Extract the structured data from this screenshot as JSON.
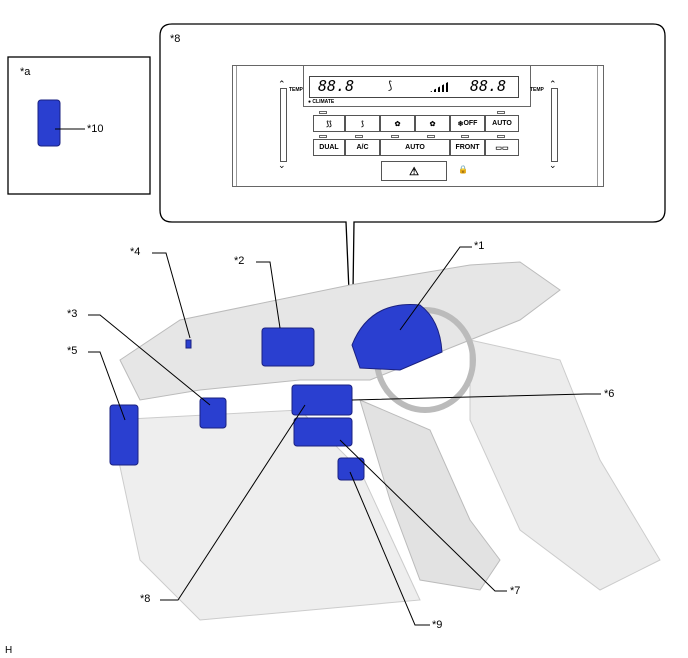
{
  "labels": {
    "a": "*a",
    "n10": "*10",
    "n8_top": "*8",
    "n4": "*4",
    "n2": "*2",
    "n1": "*1",
    "n3": "*3",
    "n5": "*5",
    "n6": "*6",
    "n8_bottom": "*8",
    "n7": "*7",
    "n9": "*9",
    "h": "H"
  },
  "panel": {
    "temp_left": "TEMP",
    "temp_right": "TEMP",
    "display_left": "88.8",
    "display_right": "88.8",
    "display_brand": "● CLIMATE",
    "row1": [
      "⟆⟆",
      "⟆",
      "✿",
      "✿",
      "OFF",
      "AUTO"
    ],
    "row1_prefix_off": "❄",
    "row2": [
      "DUAL",
      "A/C",
      "AUTO",
      "FRONT",
      "▭▭"
    ],
    "hazard": "⚠",
    "lock": "🔒"
  },
  "colors": {
    "component": "#2a3fd0",
    "line": "#000000",
    "interior": "#e6e6e6"
  }
}
